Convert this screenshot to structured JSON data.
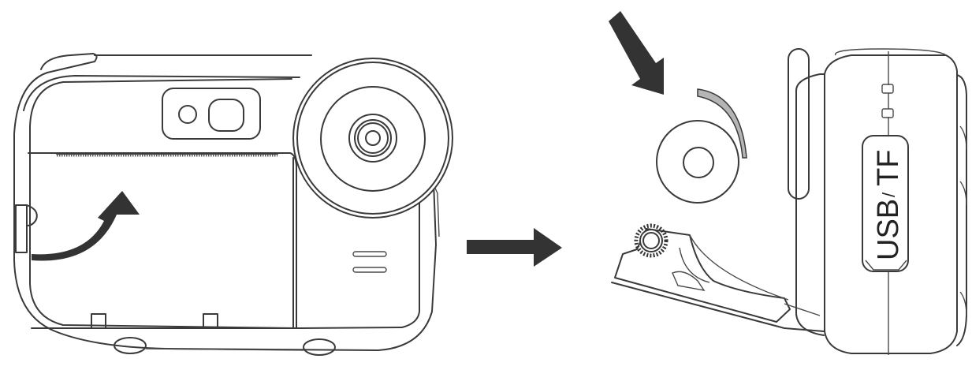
{
  "diagram": {
    "description": "Instruction illustration: open the rear printer cover of the camera, then insert the thermal paper roll",
    "colors": {
      "line": "#3a3a3a",
      "arrow": "#333333",
      "paper_strip": "#b5b5b5",
      "background": "#ffffff"
    },
    "panels": [
      {
        "id": "camera-back",
        "caption": "Camera rear view with printer cover; curved arrow shows lifting the cover"
      },
      {
        "id": "transition",
        "caption": "Right arrow indicating next step"
      },
      {
        "id": "camera-side-open",
        "caption": "Side view with cover opened; arrow shows paper roll insertion",
        "port_label": {
          "left": "USB",
          "separator": "/",
          "right": "TF"
        }
      }
    ]
  }
}
